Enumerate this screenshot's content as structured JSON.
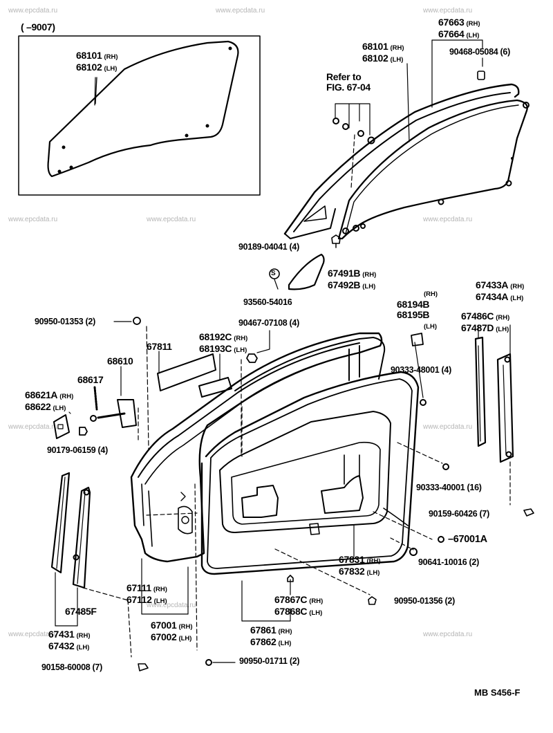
{
  "watermark": "www.epcdata.ru",
  "diagram_code": "MB  S456-F",
  "inset_title": "(       –9007)",
  "labels": {
    "inset_glass_a": "68101",
    "inset_glass_a_side": "(RH)",
    "inset_glass_b": "68102",
    "inset_glass_b_side": "(LH)",
    "glass_a": "68101",
    "glass_a_side": "(RH)",
    "glass_b": "68102",
    "glass_b_side": "(LH)",
    "refer_1": "Refer to",
    "refer_2": "FIG. 67-04",
    "run_a": "67663",
    "run_a_side": "(RH)",
    "run_b": "67664",
    "run_b_side": "(LH)",
    "screw_90468": "90468-05084 (6)",
    "bolt_90189": "90189-04041 (4)",
    "trim_a": "67491B",
    "trim_a_side": "(RH)",
    "trim_b": "67492B",
    "trim_b_side": "(LH)",
    "s_mark": "S",
    "part_93560": "93560-54016",
    "clip_90950_1353": "90950-01353 (2)",
    "clip_90467": "90467-07108 (4)",
    "part_67811": "67811",
    "part_68192": "68192C",
    "part_68192_side": "(RH)",
    "part_68193": "68193C",
    "part_68193_side": "(LH)",
    "part_68610": "68610",
    "part_68617": "68617",
    "part_68621": "68621A",
    "part_68621_side": "(RH)",
    "part_68622": "68622",
    "part_68622_side": "(LH)",
    "bolt_90179": "90179-06159 (4)",
    "rh_top": "(RH)",
    "part_68194": "68194B",
    "part_68195": "68195B",
    "part_68195_side": "(LH)",
    "nut_90333_48001": "90333-48001 (4)",
    "part_67433": "67433A",
    "part_67433_side": "(RH)",
    "part_67434": "67434A",
    "part_67434_side": "(LH)",
    "part_67486": "67486C",
    "part_67486_side": "(RH)",
    "part_67487": "67487D",
    "part_67487_side": "(LH)",
    "nut_90333_40001": "90333-40001 (16)",
    "bolt_90159": "90159-60426 (7)",
    "part_67001A": "67001A",
    "hole_90641": "90641-10016 (2)",
    "part_67831": "67831",
    "part_67831_side": "(RH)",
    "part_67832": "67832",
    "part_67832_side": "(LH)",
    "clip_90950_1356": "90950-01356 (2)",
    "part_67867": "67867C",
    "part_67867_side": "(RH)",
    "part_67868": "67868C",
    "part_67868_side": "(LH)",
    "part_67111": "67111",
    "part_67111_side": "(RH)",
    "part_67112": "67112",
    "part_67112_side": "(LH)",
    "part_67485F": "67485F",
    "part_67431": "67431",
    "part_67431_side": "(RH)",
    "part_67432": "67432",
    "part_67432_side": "(LH)",
    "part_67001": "67001",
    "part_67001_side": "(RH)",
    "part_67002": "67002",
    "part_67002_side": "(LH)",
    "part_67861": "67861",
    "part_67861_side": "(RH)",
    "part_67862": "67862",
    "part_67862_side": "(LH)",
    "bolt_90158": "90158-60008 (7)",
    "clip_90950_1711": "90950-01711 (2)"
  }
}
